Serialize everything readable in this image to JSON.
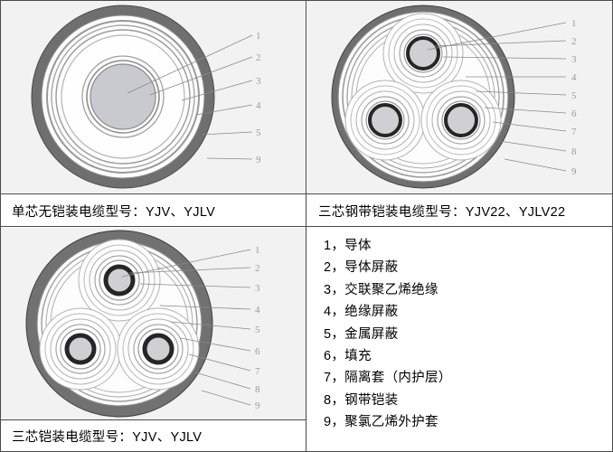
{
  "figures": [
    {
      "id": "single-core-unarmoured",
      "caption": "单芯无铠装电缆型号：YJV、YJLV",
      "callouts": [
        "1",
        "2",
        "3",
        "4",
        "5",
        "9"
      ]
    },
    {
      "id": "three-core-steel-tape-armoured",
      "caption": "三芯钢带铠装电缆型号：YJV22、YJLV22",
      "callouts": [
        "1",
        "2",
        "3",
        "4",
        "5",
        "6",
        "7",
        "8",
        "9"
      ]
    },
    {
      "id": "three-core-armoured",
      "caption": "三芯铠装电缆型号：YJV、YJLV",
      "callouts": [
        "1",
        "2",
        "3",
        "4",
        "5",
        "6",
        "7",
        "8",
        "9"
      ]
    }
  ],
  "legend": {
    "items": [
      "1，导体",
      "2，导体屏蔽",
      "3，交联聚乙烯绝缘",
      "4，绝缘屏蔽",
      "5，金属屏蔽",
      "6，填充",
      "7，隔离套（内护层）",
      "8，钢带铠装",
      "9，聚氯乙烯外护套"
    ]
  },
  "colors": {
    "panel_background": "#f2f2f2",
    "page_background": "#ffffff",
    "grid_line": "#4a4a4a",
    "outer_sheath": "#6a6a6a",
    "armour": "#707070",
    "conductor": "#c9c9d0",
    "shield_ring": "#2b2b2b",
    "insulation": "#fdfdfd",
    "leader_line": "#8a8a8a",
    "callout_number": "#9a9a9a"
  }
}
